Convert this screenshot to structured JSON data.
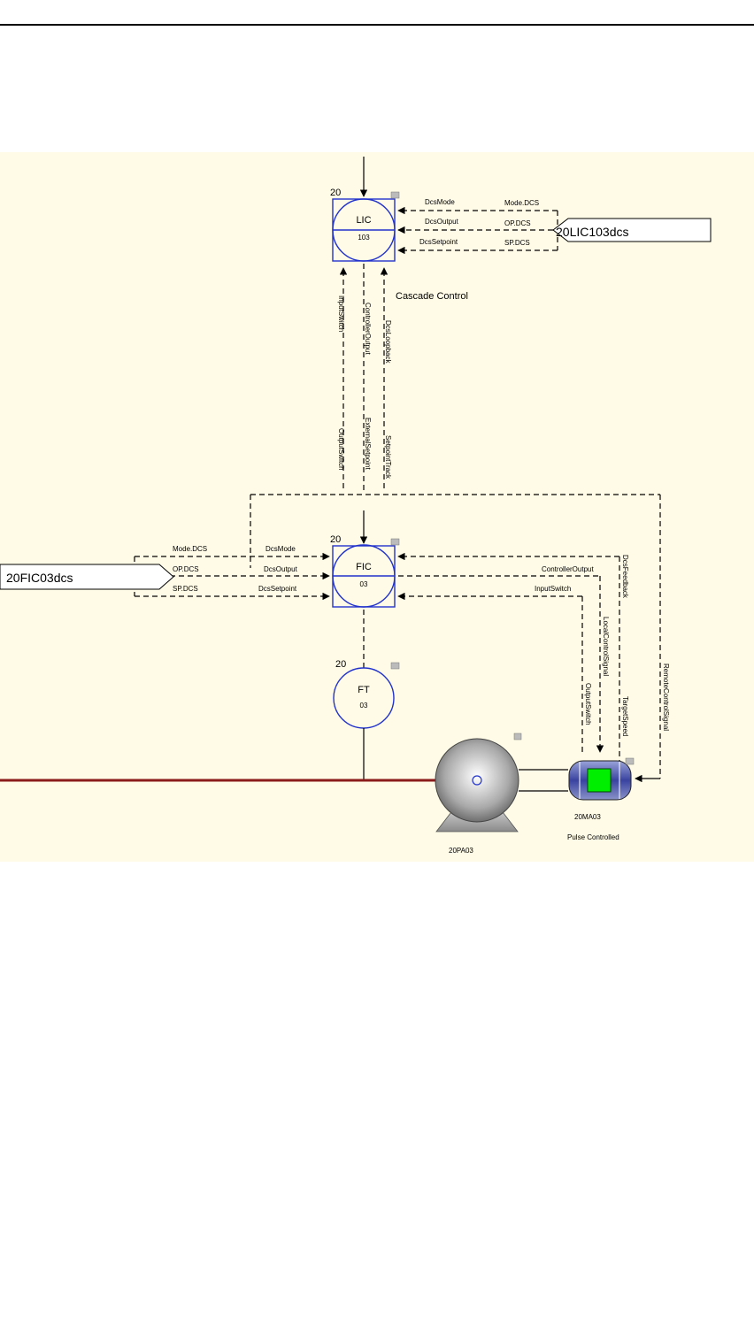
{
  "labels": {
    "lic_prefix": "20",
    "lic_tag": "LIC",
    "lic_num": "103",
    "fic_prefix": "20",
    "fic_tag": "FIC",
    "fic_num": "03",
    "ft_prefix": "20",
    "ft_tag": "FT",
    "ft_num": "03",
    "lic_dcs_box": "20LIC103dcs",
    "fic_dcs_box": "20FIC03dcs",
    "cascade_note": "Cascade Control",
    "pump_name": "20PA03",
    "motor_name": "20MA03",
    "motor_note": "Pulse Controlled"
  },
  "lic_signals": {
    "dcs_mode": "DcsMode",
    "dcs_output": "DcsOutput",
    "dcs_setpoint": "DcsSetpoint",
    "mode_dcs": "Mode.DCS",
    "op_dcs": "OP.DCS",
    "sp_dcs": "SP.DCS"
  },
  "fic_signals": {
    "mode_dcs": "Mode.DCS",
    "op_dcs": "OP.DCS",
    "sp_dcs": "SP.DCS",
    "dcs_mode": "DcsMode",
    "dcs_output": "DcsOutput",
    "dcs_setpoint": "DcsSetpoint",
    "controller_output": "ControllerOutput",
    "input_switch": "InputSwitch"
  },
  "vertical_signals": {
    "input_switch": "InputSwitch",
    "controller_output": "ControllerOutput",
    "dcs_loopback": "DcsLoopback",
    "output_switch": "OutputSwitch",
    "external_setpoint": "ExternalSetpoint",
    "setpoint_track": "SetpointTrack",
    "dcs_feedback": "DcsFeedback",
    "output_switch_2": "OutputSwitch",
    "local_control_signal": "LocalControlSignal",
    "target_speed": "TargetSpeed",
    "remote_control_signal": "RemoteControlSignal"
  },
  "colors": {
    "canvas": "#fffbe6",
    "instrument_outline": "#2233cc",
    "process_line": "#8b1a1a",
    "motor_core": "#00ee00"
  }
}
